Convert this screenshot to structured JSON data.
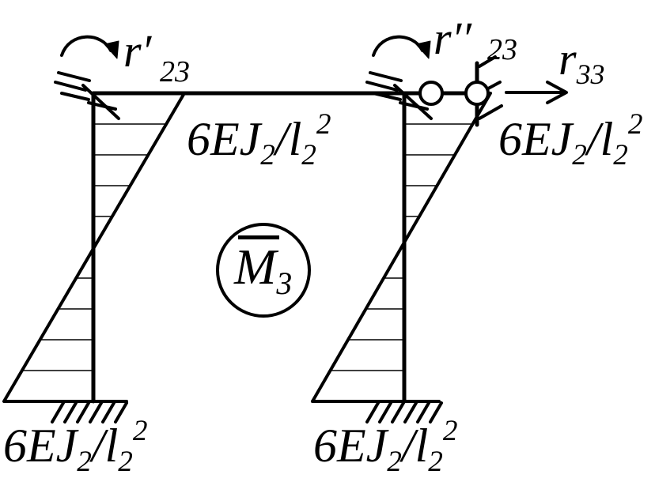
{
  "colors": {
    "stroke": "#000000",
    "background": "#ffffff"
  },
  "labels": {
    "moment_label_top_mid": {
      "coef": "6",
      "E": "E",
      "J": "J",
      "Jsub": "2",
      "slash": "/",
      "l": "l",
      "lsub": "2",
      "lsup": "2"
    },
    "moment_label_top_right": {
      "coef": "6",
      "E": "E",
      "J": "J",
      "Jsub": "2",
      "slash": "/",
      "l": "l",
      "lsub": "2",
      "lsup": "2"
    },
    "moment_label_bottom_left": {
      "coef": "6",
      "E": "E",
      "J": "J",
      "Jsub": "2",
      "slash": "/",
      "l": "l",
      "lsub": "2",
      "lsup": "2"
    },
    "moment_label_bottom_right": {
      "coef": "6",
      "E": "E",
      "J": "J",
      "Jsub": "2",
      "slash": "/",
      "l": "l",
      "lsub": "2",
      "lsup": "2"
    },
    "reaction_left": {
      "base": "r",
      "prime": "′",
      "sub": "23"
    },
    "reaction_right": {
      "base": "r",
      "prime": "′′",
      "sub": "23"
    },
    "reaction_horizontal": {
      "base": "r",
      "sub": "33"
    },
    "diagram_symbol": {
      "base": "M",
      "sub": "3"
    }
  }
}
